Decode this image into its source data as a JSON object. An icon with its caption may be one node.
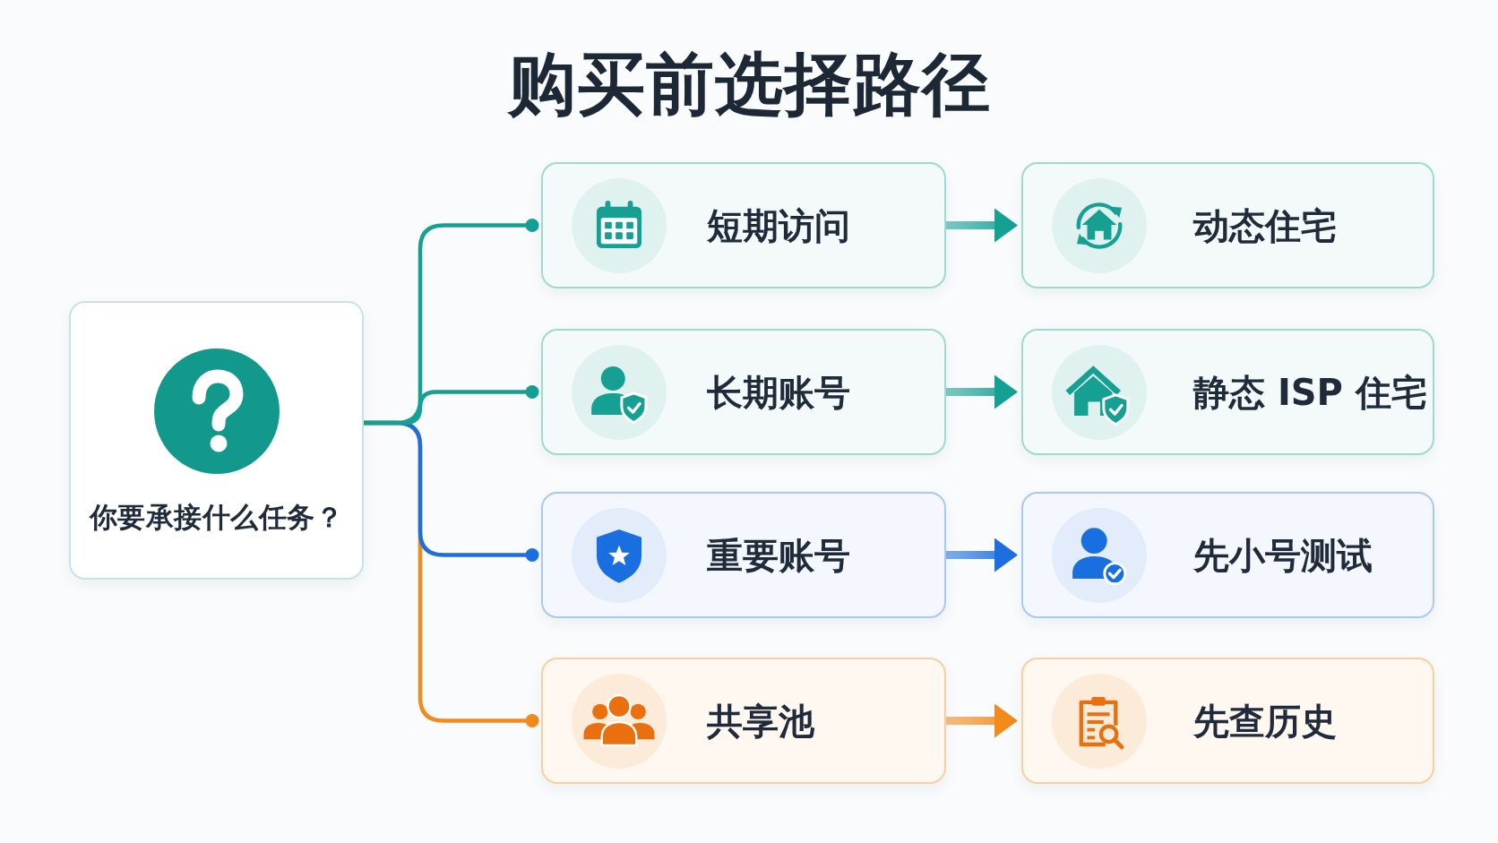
{
  "diagram": {
    "title": "购买前选择路径",
    "nodes": [
      {
        "text": [
          "你要承接什么任务？"
        ]
      },
      {
        "text": [
          "短期访问"
        ]
      },
      {
        "text": [
          "动态住宅"
        ]
      },
      {
        "text": [
          "长期账号"
        ]
      },
      {
        "text": [
          "静态 ISP 住宅"
        ]
      },
      {
        "text": [
          "重要账号"
        ]
      },
      {
        "text": [
          "先小号测试"
        ]
      },
      {
        "text": [
          "共享池"
        ]
      },
      {
        "text": [
          "先查历史"
        ]
      }
    ],
    "edges": [
      {
        "from": 0,
        "to": 1,
        "arrow": "other"
      },
      {
        "from": 0,
        "to": 3,
        "arrow": "other"
      },
      {
        "from": 0,
        "to": 5,
        "arrow": "other",
        "color": "#1d6fe0"
      },
      {
        "from": 0,
        "to": 7,
        "arrow": "other",
        "color": "#f28a1c"
      },
      {
        "from": 1,
        "to": 2,
        "arrow": "to",
        "style": "thick"
      },
      {
        "from": 3,
        "to": 4,
        "arrow": "to",
        "style": "thick"
      },
      {
        "from": 5,
        "to": 6,
        "arrow": "to",
        "style": "thick",
        "color": "#1d6fe0"
      },
      {
        "from": 7,
        "to": 8,
        "arrow": "to",
        "style": "thick",
        "color": "#f28a1c"
      }
    ]
  }
}
